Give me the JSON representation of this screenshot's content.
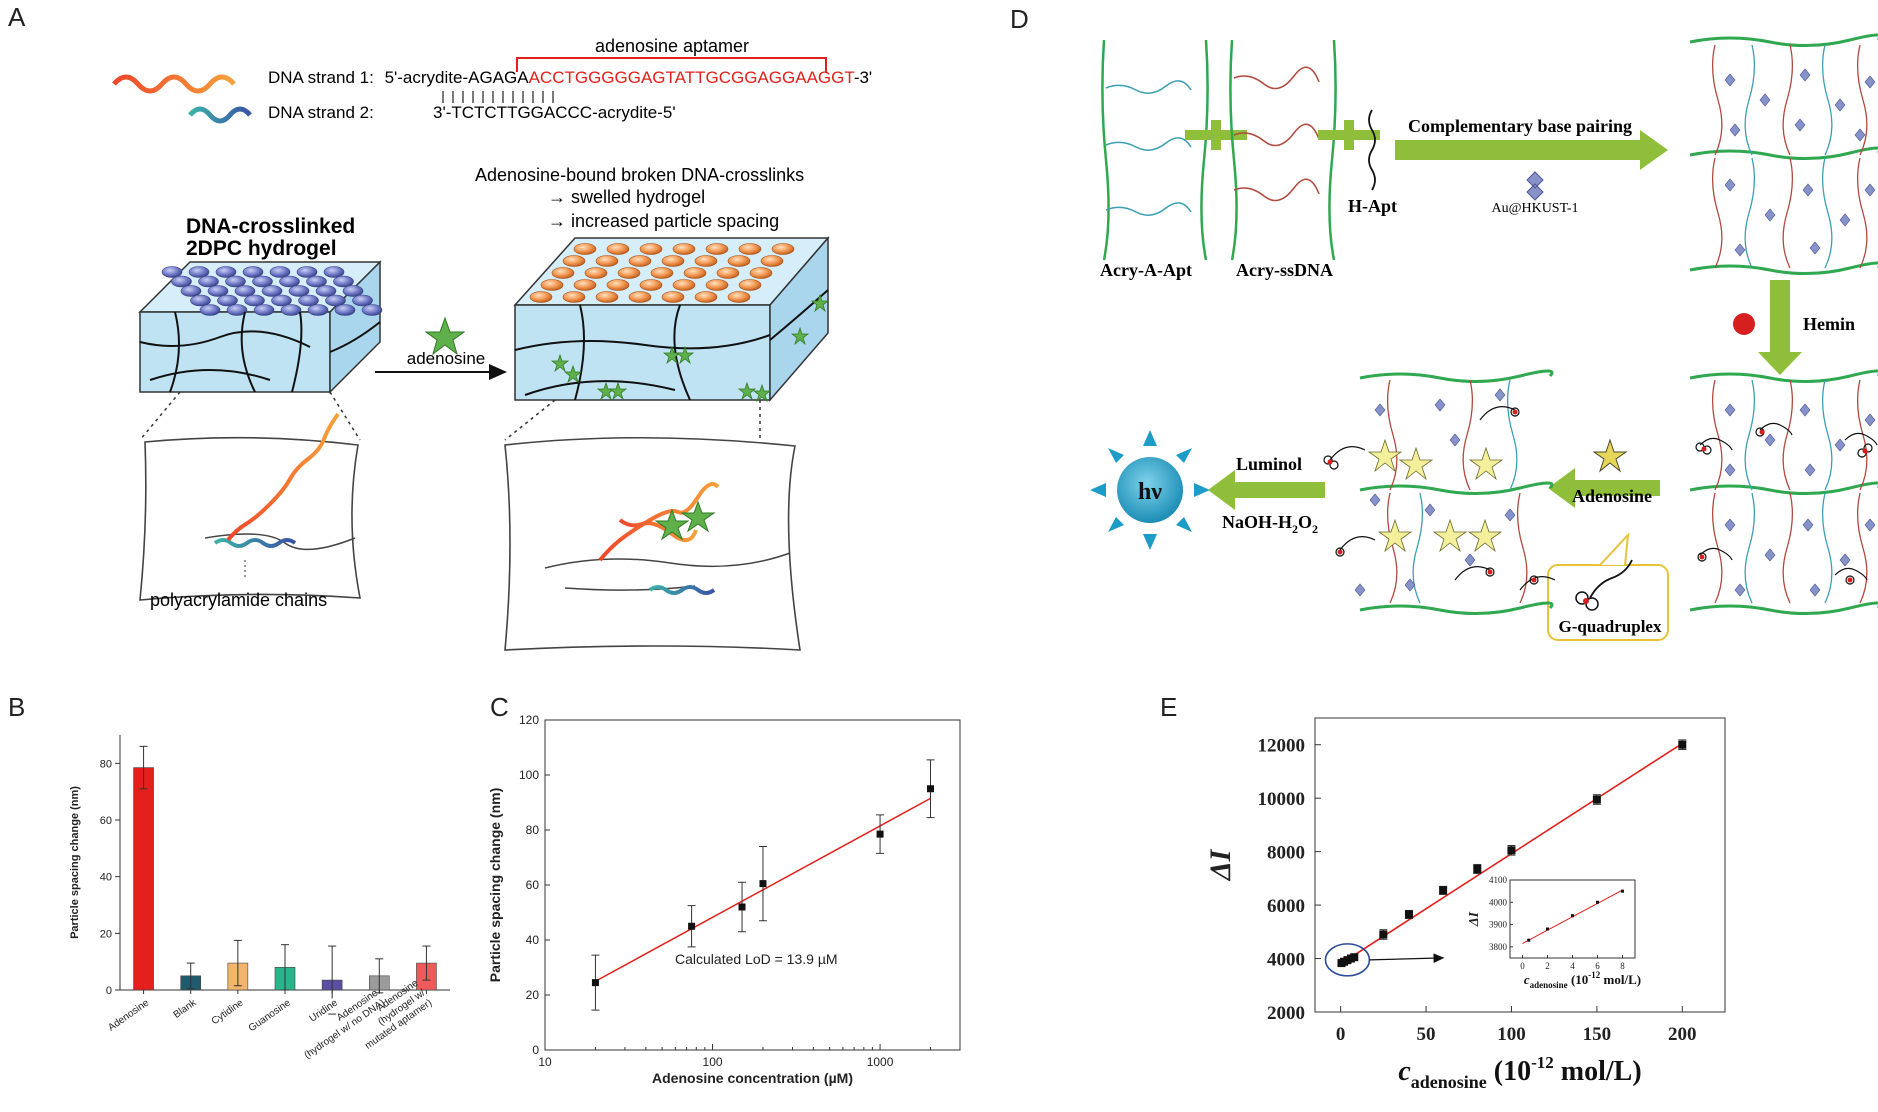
{
  "panels": {
    "A": {
      "letter": "A",
      "aptamer_label": "adenosine aptamer",
      "strand1_label": "DNA strand 1:",
      "strand1_prefix": "5'-acrydite-AGAGA",
      "strand1_aptamer": "ACCTGGGGGAGTATTGCGGAGGAAGGT",
      "strand1_suffix": "-3'",
      "strand2_label": "DNA strand 2:",
      "strand2_seq": "3'-TCTCTTGGACCC-acrydite-5'",
      "left_title_1": "DNA-crosslinked",
      "left_title_2": "2DPC hydrogel",
      "right_title_1": "Adenosine-bound broken DNA-crosslinks",
      "right_title_2": "→ swelled hydrogel",
      "right_title_3": "→ increased particle spacing",
      "arrow_label": "adenosine",
      "chains_label": "polyacrylamide chains"
    },
    "B": {
      "letter": "B"
    },
    "C": {
      "letter": "C",
      "annotation": "Calculated LoD = 13.9 µM"
    },
    "D": {
      "letter": "D",
      "label_acry_a_apt": "Acry-A-Apt",
      "label_acry_ssdna": "Acry-ssDNA",
      "label_h_apt": "H-Apt",
      "label_base_pairing": "Complementary base pairing",
      "label_au_hkust": "Au@HKUST-1",
      "label_hemin": "Hemin",
      "label_adenosine": "Adenosine",
      "label_luminol": "Luminol",
      "label_naoh": "NaOH-H",
      "label_naoh_sub": "2",
      "label_naoh_o": "O",
      "label_naoh_sub2": "2",
      "label_hv": "hν",
      "label_gquad": "G-quadruplex"
    },
    "E": {
      "letter": "E"
    }
  },
  "colors": {
    "red": "#e3201b",
    "aptamer_red": "#e3201b",
    "green_arrow": "#8fbf3a",
    "hydrogel_blue": "#bfe3f3",
    "sun": "#1c9cc6"
  },
  "chart_data": [
    {
      "id": "B",
      "type": "bar",
      "ylabel": "Particle spacing change (nm)",
      "categories": [
        "Adenosine",
        "Blank",
        "Cytidine",
        "Guanosine",
        "Uridine",
        "Adenosine (hydrogel w/ no DNA)",
        "Adenosine (hydrogel w/ mutated aptamer)"
      ],
      "category_lines": [
        [
          "Adenosine"
        ],
        [
          "Blank"
        ],
        [
          "Cytidine"
        ],
        [
          "Guanosine"
        ],
        [
          "Uridine"
        ],
        [
          "Adenosine",
          "(hydrogel w/ no DNA)"
        ],
        [
          "Adenosine",
          "(hydrogel w/",
          "mutated aptamer)"
        ]
      ],
      "values": [
        78.5,
        5,
        9.5,
        8,
        3.5,
        5,
        9.5
      ],
      "errors": [
        7.5,
        4.5,
        8,
        8,
        12,
        6,
        6
      ],
      "bar_colors": [
        "#e3201b",
        "#1f5a6e",
        "#f2b56b",
        "#2bb38c",
        "#5a4fa3",
        "#9b9b9b",
        "#ef5b5b"
      ],
      "ylim": [
        0,
        90
      ],
      "yticks": [
        0,
        20,
        40,
        60,
        80
      ]
    },
    {
      "id": "C",
      "type": "scatter",
      "xlabel": "Adenosine concentration (µM)",
      "ylabel": "Particle spacing change (nm)",
      "x_scale": "log",
      "xlim": [
        10,
        3000
      ],
      "ylim": [
        0,
        120
      ],
      "xticks": [
        10,
        100,
        1000
      ],
      "yticks": [
        0,
        20,
        40,
        60,
        80,
        100,
        120
      ],
      "x": [
        20,
        75,
        150,
        200,
        1000,
        2000
      ],
      "y": [
        24.5,
        45,
        52,
        60.5,
        78.5,
        95
      ],
      "y_err": [
        10,
        7.5,
        9,
        13.5,
        7,
        10.5
      ],
      "fit": {
        "x": [
          20,
          2000
        ],
        "y": [
          25,
          91.5
        ]
      },
      "fit_color": "#e3201b"
    },
    {
      "id": "E",
      "type": "scatter",
      "xlabel": "c",
      "xlabel_sub": "adenosine",
      "xlabel_unit": " (10",
      "xlabel_exp": "-12",
      "xlabel_tail": " mol/L)",
      "ylabel": "ΔI",
      "xlim": [
        -15,
        225
      ],
      "ylim": [
        2000,
        13000
      ],
      "xticks": [
        0,
        50,
        100,
        150,
        200
      ],
      "yticks": [
        2000,
        4000,
        6000,
        8000,
        10000,
        12000
      ],
      "x": [
        0.5,
        2,
        4,
        6,
        8,
        25,
        40,
        60,
        80,
        100,
        150,
        200
      ],
      "y": [
        3830,
        3880,
        3940,
        4000,
        4050,
        4900,
        5650,
        6550,
        7350,
        8050,
        9950,
        12000
      ],
      "y_err": [
        60,
        60,
        60,
        60,
        60,
        180,
        150,
        150,
        170,
        180,
        180,
        180
      ],
      "fit": {
        "x": [
          0,
          200
        ],
        "y": [
          3800,
          12050
        ]
      },
      "fit_color": "#e3201b",
      "inset": {
        "xlim": [
          -1,
          9
        ],
        "ylim": [
          3750,
          4100
        ],
        "xticks": [
          0,
          2,
          4,
          6,
          8
        ],
        "yticks": [
          3800,
          3900,
          4000,
          4100
        ],
        "x": [
          0.5,
          2,
          4,
          6,
          8
        ],
        "y": [
          3830,
          3880,
          3940,
          4000,
          4050
        ],
        "fit": {
          "x": [
            0,
            8
          ],
          "y": [
            3815,
            4055
          ]
        },
        "ylabel": "ΔI",
        "xlabel": "c",
        "xlabel_sub": "adenosine",
        "xlabel_unit": " (10",
        "xlabel_exp": "-12",
        "xlabel_tail": " mol/L)"
      }
    }
  ]
}
